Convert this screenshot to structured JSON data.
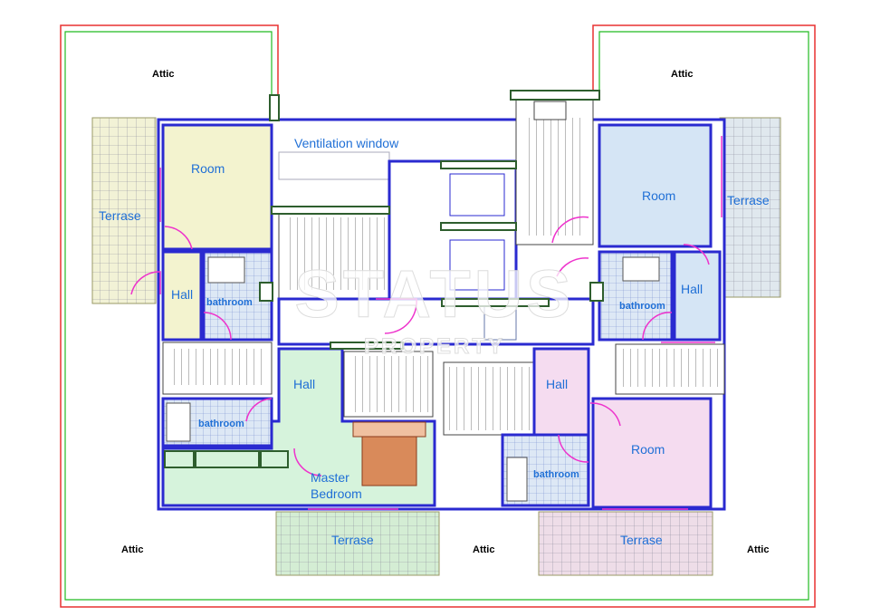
{
  "watermark": {
    "line1": "STATUS",
    "line2": "PROPERTY"
  },
  "labels": {
    "attic_top_left": "Attic",
    "attic_top_right": "Attic",
    "attic_bottom_left": "Attic",
    "attic_bottom_center": "Attic",
    "attic_bottom_right": "Attic",
    "ventilation": "Ventilation window",
    "room_left": "Room",
    "terrace_left": "Terrase",
    "hall_left": "Hall",
    "bathroom_left_top": "bathroom",
    "bathroom_left_bottom": "bathroom",
    "hall_center_left": "Hall",
    "master_bedroom_line1": "Master",
    "master_bedroom_line2": "Bedroom",
    "terrace_bottom_left": "Terrase",
    "room_right": "Room",
    "terrace_right": "Terrase",
    "hall_right": "Hall",
    "bathroom_right_top": "bathroom",
    "hall_center_right": "Hall",
    "room_right_bottom": "Room",
    "bathroom_right_bottom": "bathroom",
    "terrace_bottom_right": "Terrase"
  },
  "colors": {
    "boundary_outer": "#e83030",
    "boundary_inner": "#22bb22",
    "walls": "#2a2ad0",
    "doors": "#ee33cc",
    "room_yellow": "#f3f3cf",
    "room_green": "#d6f3dc",
    "room_blue": "#d5e5f5",
    "room_pink": "#f5dcf0"
  }
}
